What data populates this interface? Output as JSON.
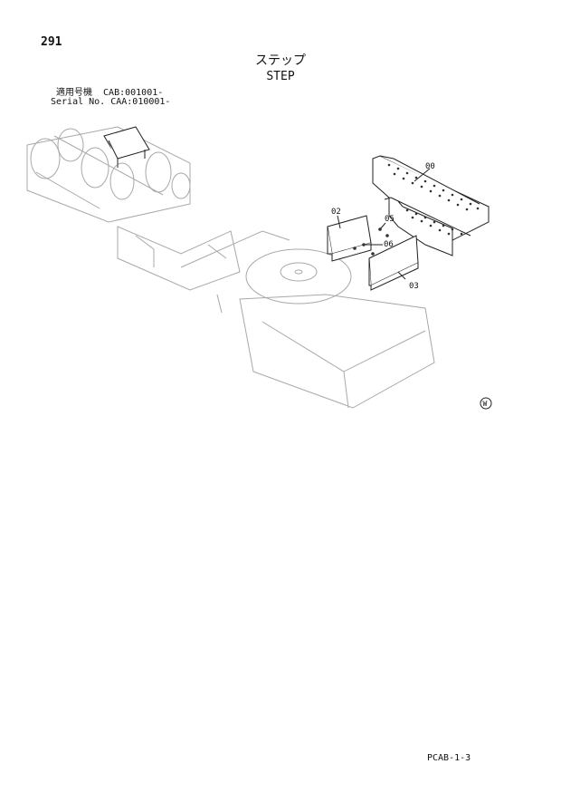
{
  "header": {
    "page_number": "291",
    "title_jp": "ステップ",
    "title_en": "STEP",
    "serial_jp": "適用号機  CAB:001001-",
    "serial_en": "Serial No. CAA:010001-"
  },
  "callouts": {
    "c00": "00",
    "c02": "02",
    "c03": "03",
    "c05": "05",
    "c06": "06",
    "w_mark": "W"
  },
  "footer": {
    "code": "PCAB-1-3"
  }
}
